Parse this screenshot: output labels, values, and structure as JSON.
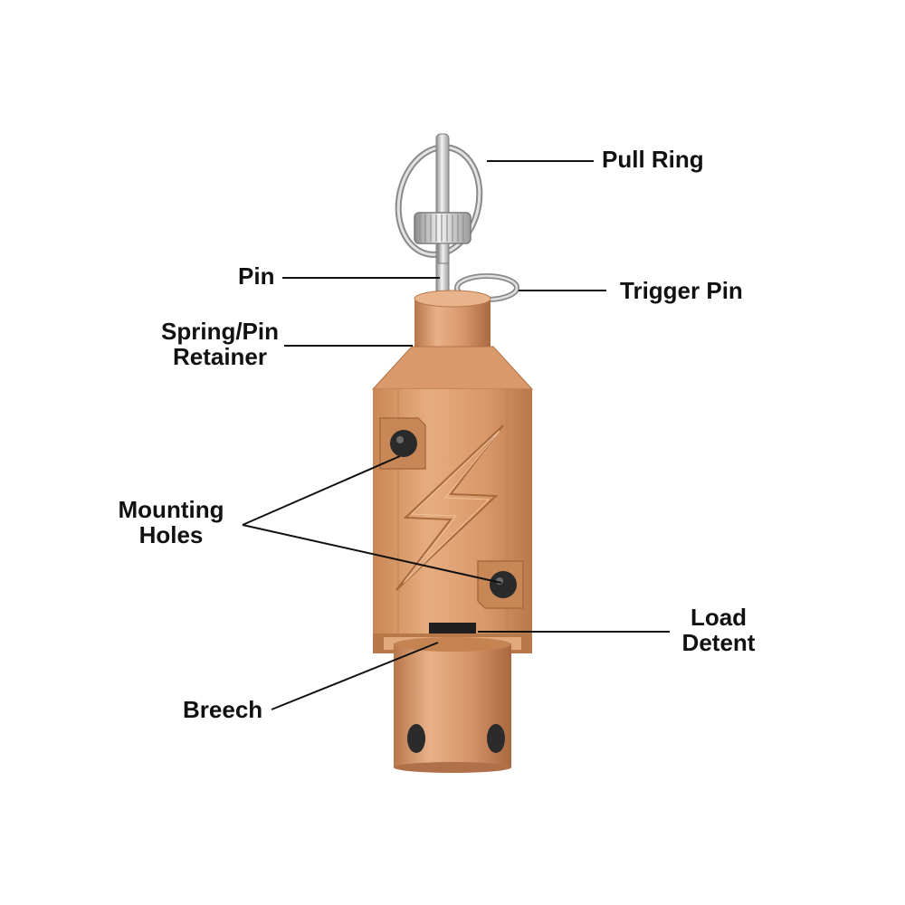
{
  "labels": {
    "pull_ring": "Pull Ring",
    "pin": "Pin",
    "trigger_pin": "Trigger Pin",
    "spring_retainer": {
      "line1": "Spring/Pin",
      "line2": "Retainer"
    },
    "mounting_holes": {
      "line1": "Mounting",
      "line2": "Holes"
    },
    "load_detent": {
      "line1": "Load",
      "line2": "Detent"
    },
    "breech": "Breech"
  },
  "colors": {
    "brass_light": "#e3a77a",
    "brass_mid": "#cf8f5f",
    "brass_dark": "#a86a3e",
    "steel": "#c9c9c9",
    "leader": "#111111",
    "text": "#111111"
  },
  "icons": [
    "lightning-bolt-engraving"
  ]
}
